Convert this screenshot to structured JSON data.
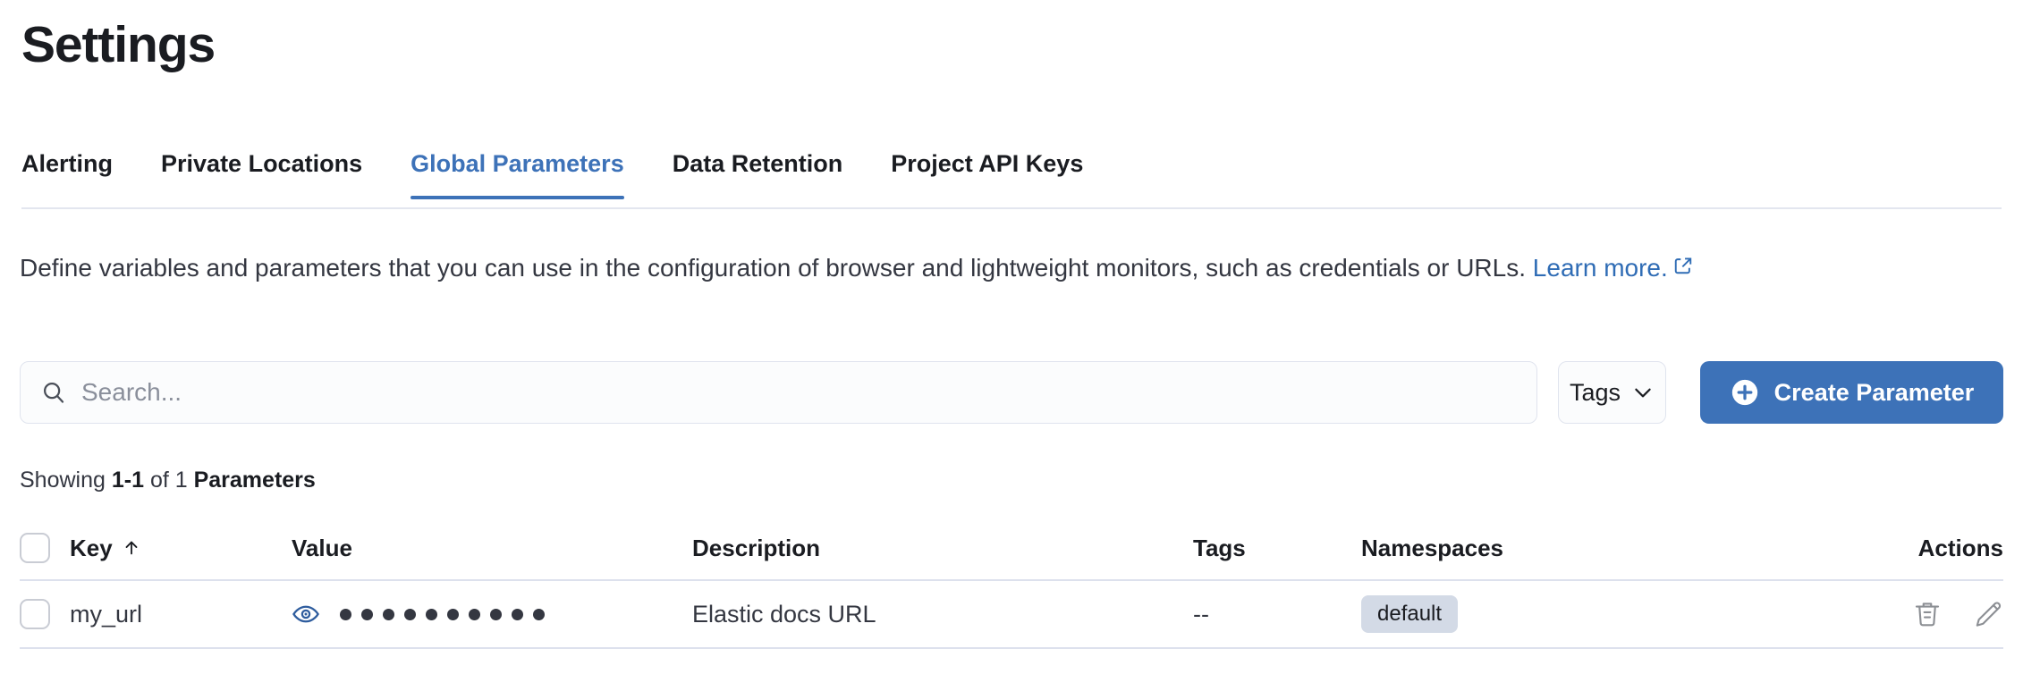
{
  "page": {
    "title": "Settings"
  },
  "tabs": [
    {
      "label": "Alerting",
      "active": false
    },
    {
      "label": "Private Locations",
      "active": false
    },
    {
      "label": "Global Parameters",
      "active": true
    },
    {
      "label": "Data Retention",
      "active": false
    },
    {
      "label": "Project API Keys",
      "active": false
    }
  ],
  "description": {
    "text": "Define variables and parameters that you can use in the configuration of browser and lightweight monitors, such as credentials or URLs. ",
    "link_text": "Learn more.",
    "external_link_icon": "external-link-icon"
  },
  "controls": {
    "search_placeholder": "Search...",
    "search_value": "",
    "search_icon": "search-icon",
    "tags_label": "Tags",
    "tags_chevron_icon": "chevron-down-icon",
    "create_label": "Create Parameter",
    "create_icon": "plus-circle-icon"
  },
  "results": {
    "prefix": "Showing ",
    "range": "1-1",
    "middle": " of 1 ",
    "entity": "Parameters"
  },
  "table": {
    "columns": [
      {
        "key": "key",
        "label": "Key",
        "sort_icon": "sort-arrow-up-icon",
        "sorted": true
      },
      {
        "key": "value",
        "label": "Value",
        "sorted": false
      },
      {
        "key": "description",
        "label": "Description",
        "sorted": false
      },
      {
        "key": "tags",
        "label": "Tags",
        "sorted": false
      },
      {
        "key": "namespaces",
        "label": "Namespaces",
        "sorted": false
      },
      {
        "key": "actions",
        "label": "Actions",
        "sorted": false
      }
    ],
    "rows": [
      {
        "key": "my_url",
        "value_masked": true,
        "value_dots": 10,
        "value_toggle_icon": "eye-icon",
        "description": "Elastic docs URL",
        "tags": "--",
        "namespaces": [
          "default"
        ],
        "actions": [
          {
            "name": "delete-icon",
            "label": "Delete"
          },
          {
            "name": "edit-icon",
            "label": "Edit"
          }
        ]
      }
    ]
  },
  "colors": {
    "accent": "#3d72b8",
    "link": "#2f6cb5",
    "text": "#343741",
    "heading": "#1a1c21",
    "badge_bg": "#d3dae6",
    "border": "#dde1ed"
  }
}
